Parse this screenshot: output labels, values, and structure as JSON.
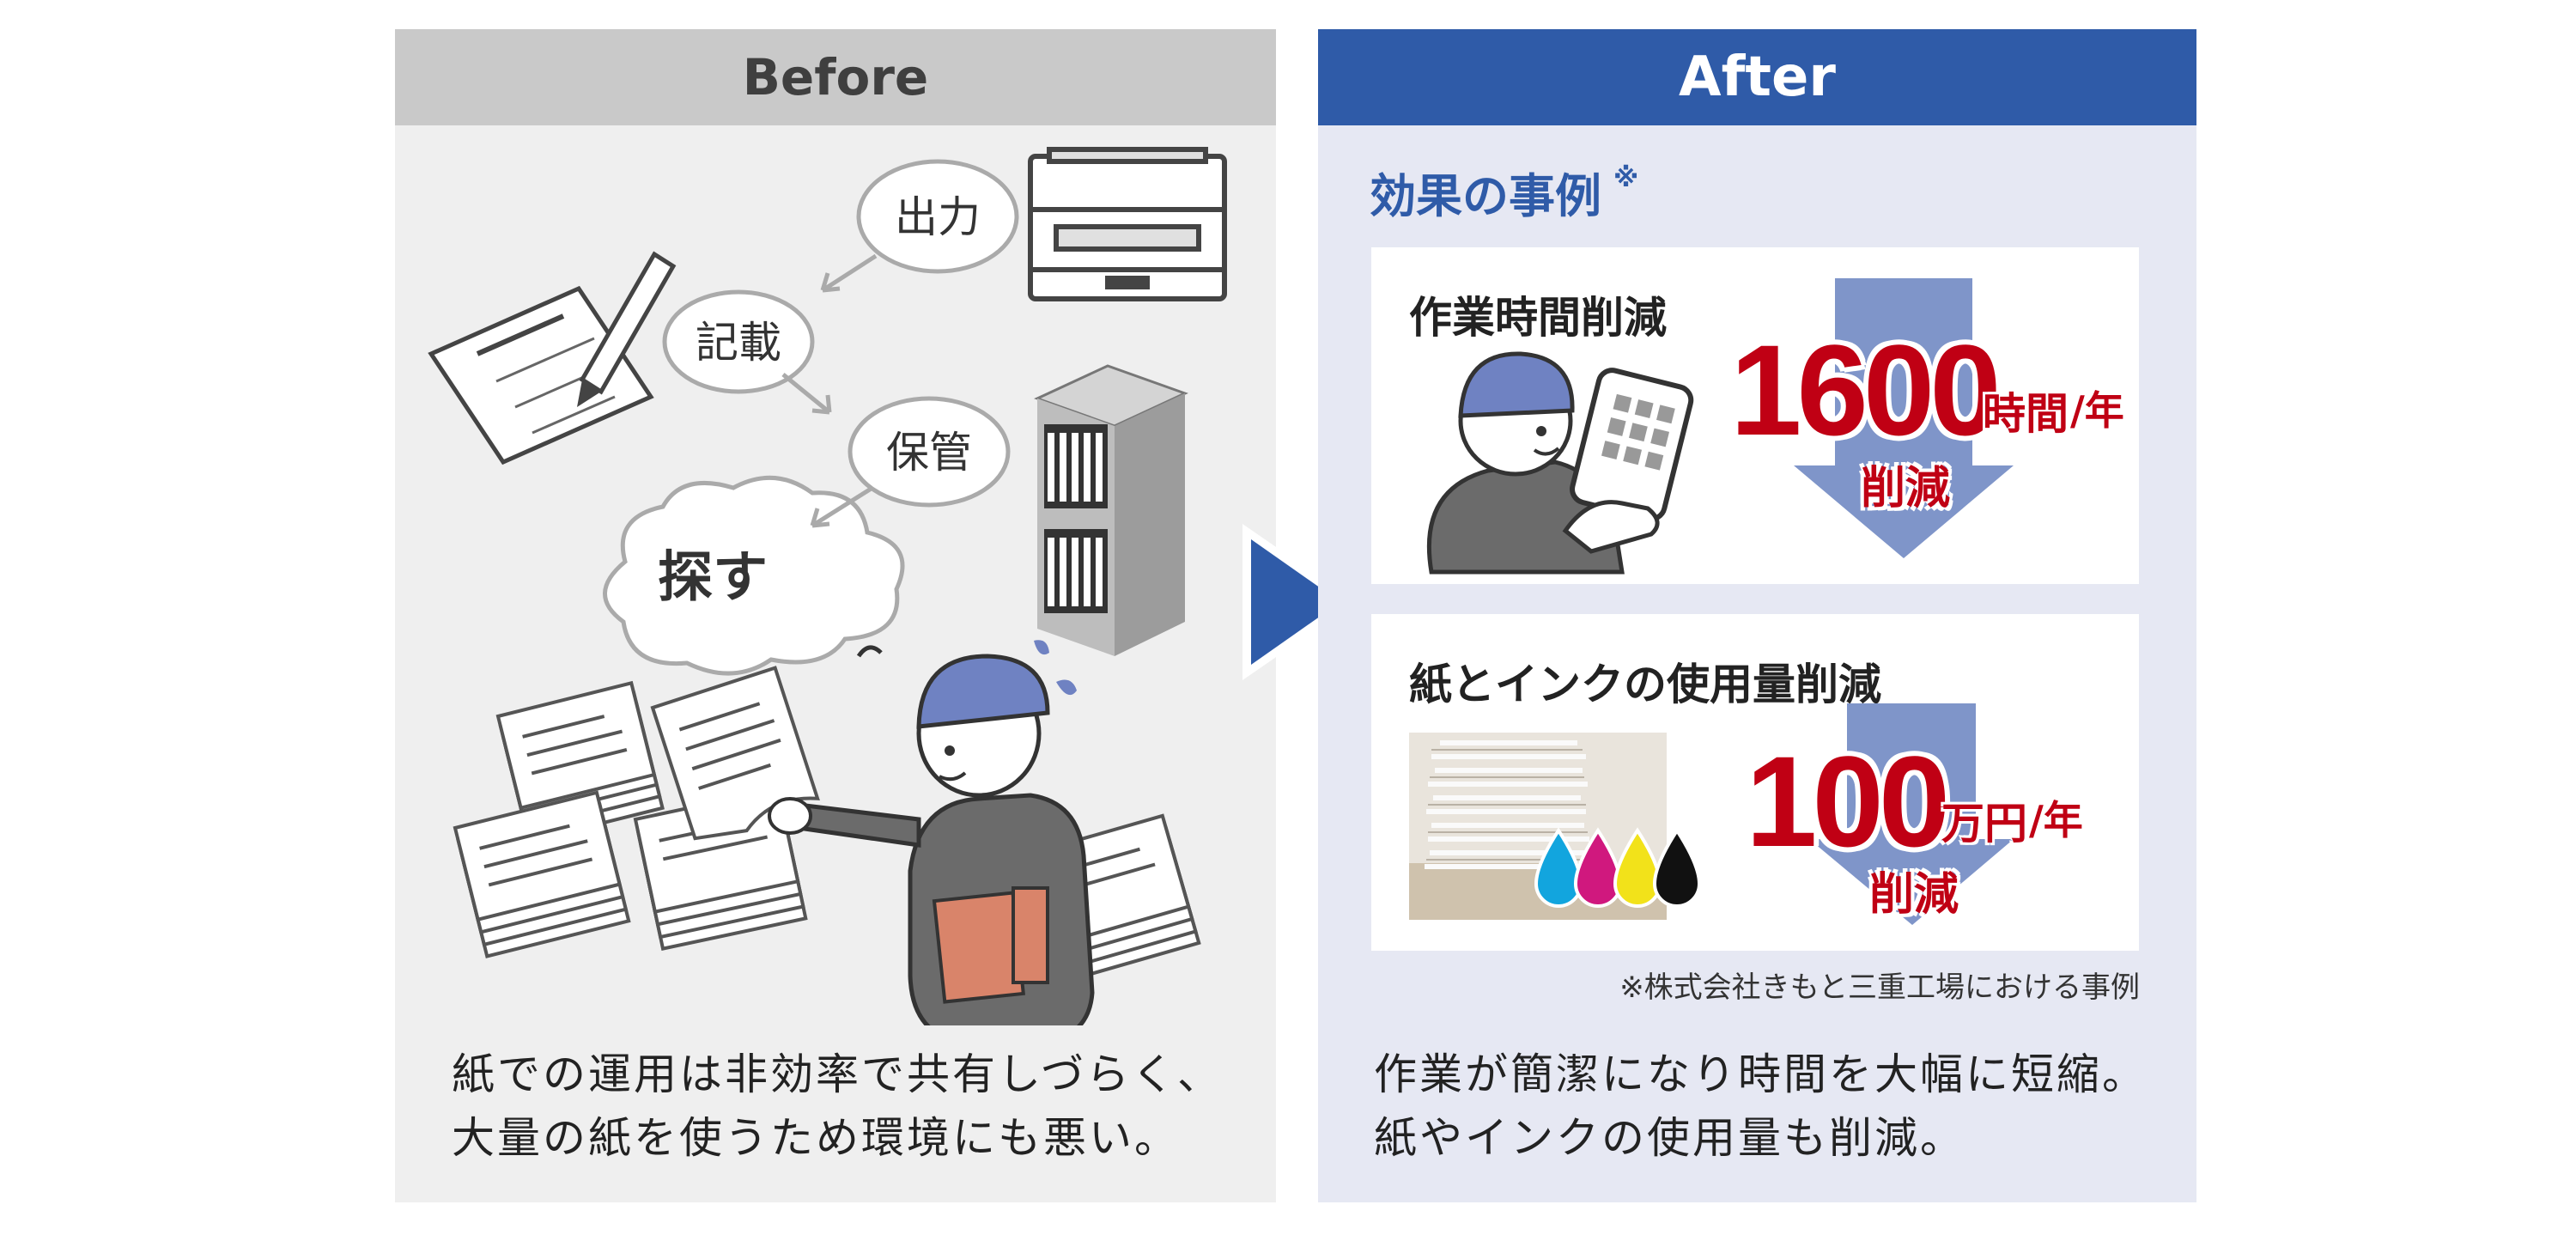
{
  "before": {
    "header": "Before",
    "flow": [
      "出力",
      "記載",
      "保管",
      "探す"
    ],
    "caption": [
      "紙での運用は非効率で共有しづらく、",
      "大量の紙を使うため環境にも悪い。"
    ]
  },
  "after": {
    "header": "After",
    "subhead": "効果の事例",
    "subhead_mark": "※",
    "card1": {
      "title": "作業時間削減",
      "value": "1600",
      "unit": "時間",
      "per": "/年",
      "reduce": "削減"
    },
    "card2": {
      "title": "紙とインクの使用量削減",
      "value": "100",
      "unit": "万円",
      "per": "/年",
      "reduce": "削減"
    },
    "footnote": "※株式会社きもと三重工場における事例",
    "caption": [
      "作業が簡潔になり時間を大幅に短縮。",
      "紙やインクの使用量も削減。"
    ]
  },
  "colors": {
    "accent": "#2f5ba8",
    "red": "#c00014",
    "arrow": "#7f95c9"
  }
}
